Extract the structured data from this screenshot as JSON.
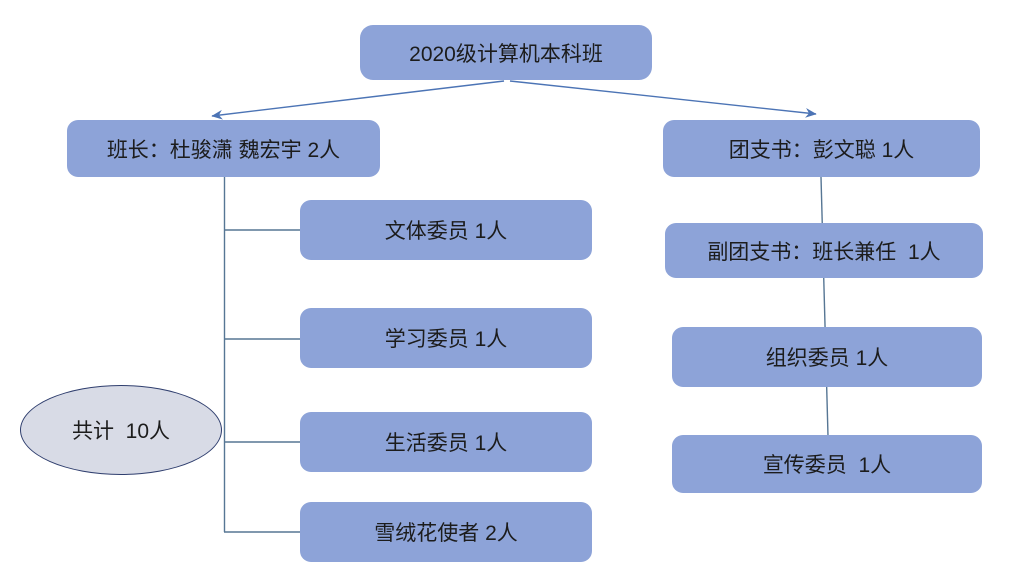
{
  "diagram": {
    "root": {
      "label": "2020级计算机本科班"
    },
    "monitor_branch": {
      "head": {
        "label": "班长：杜骏潇 魏宏宇 2人"
      },
      "children": [
        {
          "label": "文体委员 1人"
        },
        {
          "label": "学习委员 1人"
        },
        {
          "label": "生活委员 1人"
        },
        {
          "label": "雪绒花使者 2人"
        }
      ],
      "total": {
        "label": "共计  10人"
      }
    },
    "league_branch": {
      "head": {
        "label": "团支书：彭文聪 1人"
      },
      "children": [
        {
          "label": "副团支书：班长兼任  1人"
        },
        {
          "label": "组织委员 1人"
        },
        {
          "label": "宣传委员  1人"
        }
      ]
    },
    "colors": {
      "background": "#ffffff",
      "node_fill": "#8da3d8",
      "ellipse_fill": "#d8dbe6",
      "ellipse_border": "#2f3e6e",
      "connector": "#567694",
      "arrow": "#4c74b5",
      "text": "#1c1c1c"
    }
  }
}
